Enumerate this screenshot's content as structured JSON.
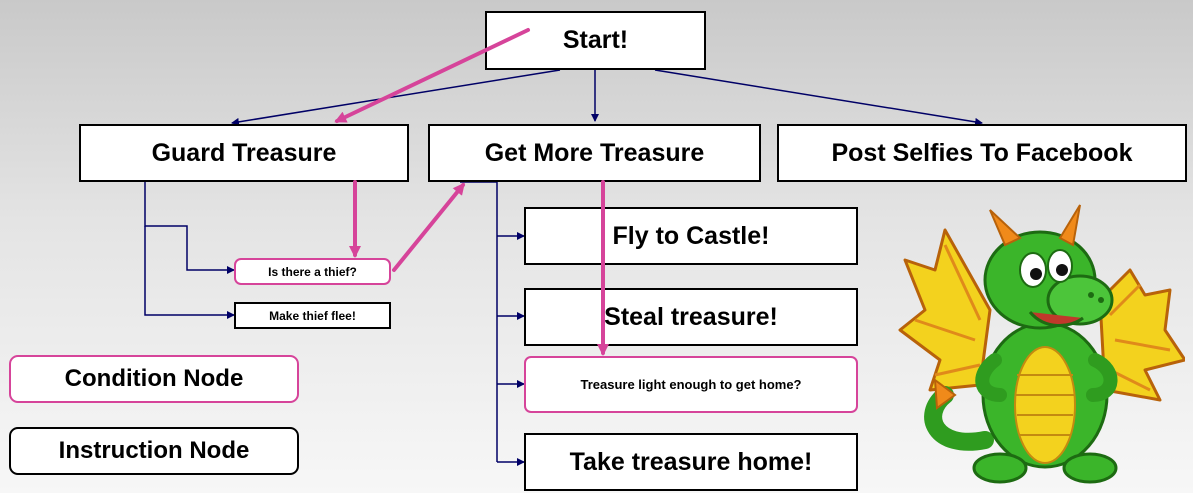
{
  "nodes": {
    "start": "Start!",
    "guard": "Guard Treasure",
    "more": "Get More Treasure",
    "selfie": "Post Selfies To Facebook",
    "thief": "Is there a thief?",
    "flee": "Make thief flee!",
    "fly": "Fly to Castle!",
    "steal": "Steal treasure!",
    "light": "Treasure light enough to get home?",
    "home": "Take treasure home!"
  },
  "legend": {
    "condition": "Condition Node",
    "instruction": "Instruction Node"
  },
  "colors": {
    "tree_line": "#000066",
    "path_arrow": "#d6449a",
    "condition_border": "#d6449a",
    "instruction_border": "#000000"
  },
  "illustration": "green-cartoon-dragon"
}
